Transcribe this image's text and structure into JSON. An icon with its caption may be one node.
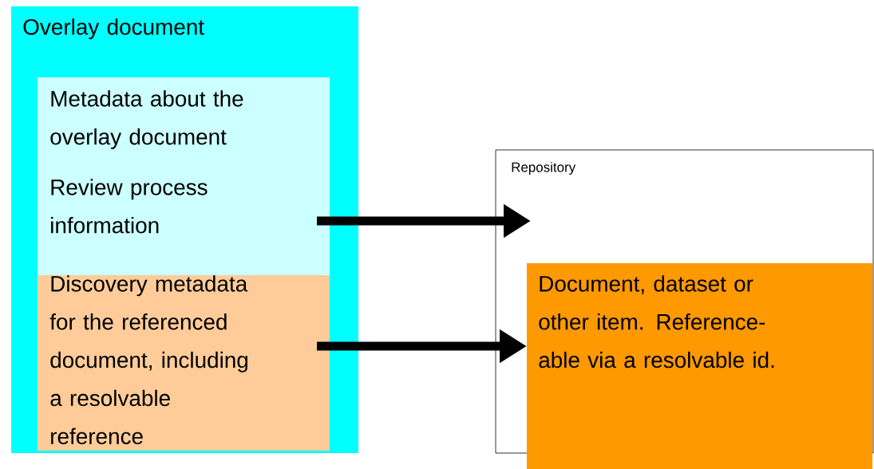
{
  "diagram": {
    "nodes": [
      {
        "text": [
          "Overlay document"
        ]
      },
      {
        "text": [
          "Metadata about the overlay document",
          "Review process information"
        ],
        "in": 0
      },
      {
        "text": [
          "Discovery metadata for the referenced document, including a resolvable reference"
        ],
        "in": 0
      },
      {
        "text": [
          "Repository"
        ]
      },
      {
        "text": [
          "Document, dataset or other item. Reference-able via a resolvable id."
        ]
      }
    ],
    "edges": [
      {
        "from": 1,
        "to": 3,
        "arrow": "to"
      },
      {
        "from": 2,
        "to": 4,
        "arrow": "to"
      }
    ]
  }
}
